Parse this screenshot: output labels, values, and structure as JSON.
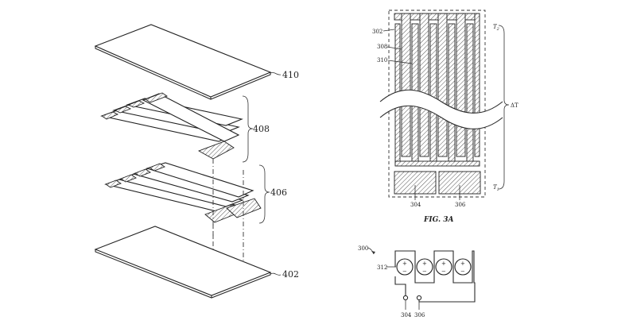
{
  "exploded_view": {
    "ref_410": "410",
    "ref_408": "408",
    "ref_406": "406",
    "ref_402": "402"
  },
  "fig_3a": {
    "caption": "FIG. 3A",
    "ref_302": "302",
    "ref_308": "308",
    "ref_310": "310",
    "ref_304": "304",
    "ref_306": "306",
    "t2": "T",
    "t2_sub": "2",
    "t1": "T",
    "t1_sub": "1",
    "delta_t": "ΔT"
  },
  "circuit": {
    "ref_300": "300",
    "ref_312": "312",
    "ref_304": "304",
    "ref_306": "306",
    "plus": "+",
    "minus": "−"
  }
}
